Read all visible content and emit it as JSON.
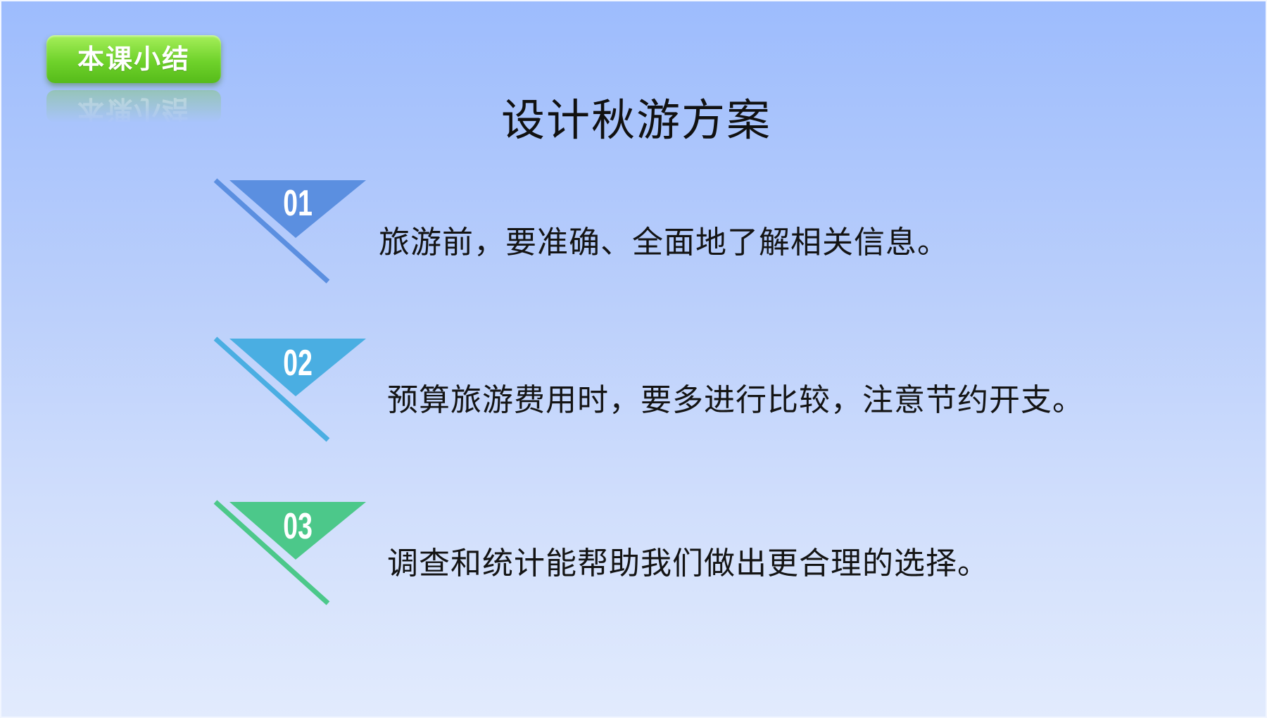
{
  "badge": {
    "label": "本课小结"
  },
  "title": "设计秋游方案",
  "items": [
    {
      "number": "01",
      "text": "旅游前，要准确、全面地了解相关信息。",
      "color": "#5b8fe0"
    },
    {
      "number": "02",
      "text": "预算旅游费用时，要多进行比较，注意节约开支。",
      "color": "#4aaee2"
    },
    {
      "number": "03",
      "text": "调查和统计能帮助我们做出更合理的选择。",
      "color": "#4cc88a"
    }
  ]
}
